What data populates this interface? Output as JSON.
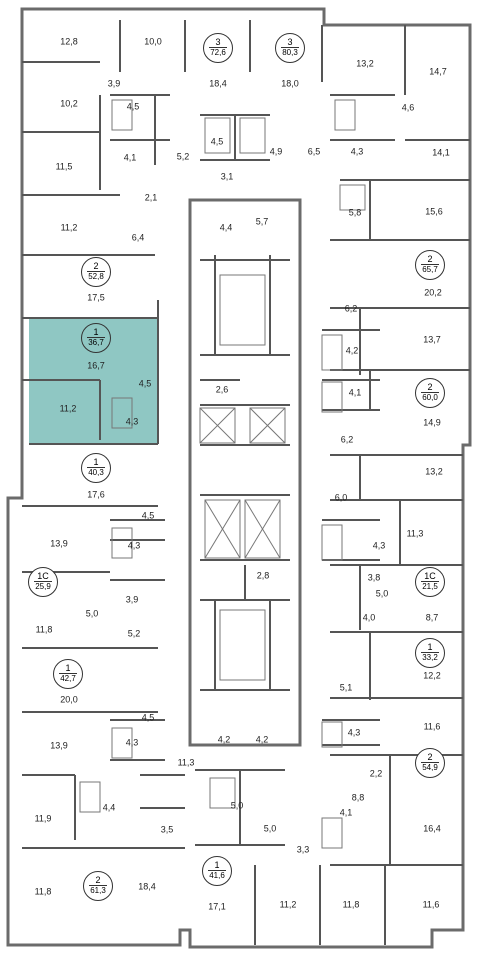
{
  "colors": {
    "highlight": "#8fc7c3",
    "wall": "#6b6b6b",
    "line": "#444444"
  },
  "apartments": [
    {
      "id": "apt-top-left",
      "rooms": "3",
      "area": "72,6",
      "sel": false
    },
    {
      "id": "apt-top-mid",
      "rooms": "3",
      "area": "80,3",
      "sel": false
    },
    {
      "id": "apt-right-1",
      "rooms": "2",
      "area": "65,7",
      "sel": false
    },
    {
      "id": "apt-left-1",
      "rooms": "2",
      "area": "52,8",
      "sel": false
    },
    {
      "id": "apt-left-2",
      "rooms": "1",
      "area": "36,7",
      "sel": true
    },
    {
      "id": "apt-right-2",
      "rooms": "2",
      "area": "60,0",
      "sel": false
    },
    {
      "id": "apt-left-3",
      "rooms": "1",
      "area": "40,3",
      "sel": false
    },
    {
      "id": "apt-left-4",
      "rooms": "1С",
      "area": "25,9",
      "sel": false
    },
    {
      "id": "apt-right-3",
      "rooms": "1С",
      "area": "21,5",
      "sel": false
    },
    {
      "id": "apt-right-4",
      "rooms": "1",
      "area": "33,2",
      "sel": false
    },
    {
      "id": "apt-left-5",
      "rooms": "1",
      "area": "42,7",
      "sel": false
    },
    {
      "id": "apt-right-5",
      "rooms": "2",
      "area": "54,9",
      "sel": false
    },
    {
      "id": "apt-bottom-mid",
      "rooms": "1",
      "area": "41,6",
      "sel": false
    },
    {
      "id": "apt-bottom-left",
      "rooms": "2",
      "area": "61,3",
      "sel": false
    }
  ],
  "room_areas": [
    "12,8",
    "10,0",
    "18,4",
    "18,0",
    "13,2",
    "14,7",
    "3,9",
    "10,2",
    "4,5",
    "4,6",
    "4,5",
    "4,9",
    "6,5",
    "4,3",
    "14,1",
    "11,5",
    "4,1",
    "5,2",
    "3,1",
    "2,1",
    "5,8",
    "15,6",
    "11,2",
    "6,4",
    "4,4",
    "5,7",
    "20,2",
    "17,5",
    "6,2",
    "13,7",
    "16,7",
    "4,5",
    "4,2",
    "4,1",
    "2,6",
    "14,9",
    "11,2",
    "4,3",
    "6,2",
    "13,2",
    "17,6",
    "6,0",
    "4,5",
    "13,9",
    "4,3",
    "11,3",
    "4,3",
    "3,9",
    "3,8",
    "5,0",
    "5,0",
    "11,8",
    "5,2",
    "8,7",
    "2,8",
    "4,0",
    "12,2",
    "20,0",
    "5,1",
    "4,5",
    "11,6",
    "13,9",
    "4,3",
    "4,2",
    "4,2",
    "4,3",
    "11,3",
    "2,2",
    "5,0",
    "4,4",
    "8,8",
    "11,9",
    "3,5",
    "5,0",
    "16,4",
    "3,3",
    "4,1",
    "11,8",
    "18,4",
    "17,1",
    "11,2",
    "11,8",
    "11,6"
  ]
}
